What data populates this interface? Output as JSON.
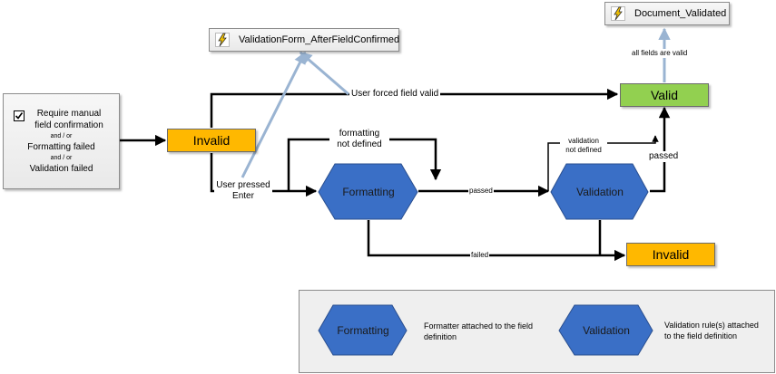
{
  "events": {
    "validation_form": "ValidationForm_AfterFieldConfirmed",
    "document_validated": "Document_Validated"
  },
  "conditions": {
    "checkbox_label": "Require manual field confirmation",
    "and_or_1": "and / or",
    "formatting_failed": "Formatting failed",
    "and_or_2": "and / or",
    "validation_failed": "Validation failed"
  },
  "states": {
    "invalid_left": "Invalid",
    "valid": "Valid",
    "invalid_right": "Invalid"
  },
  "processes": {
    "formatting": "Formatting",
    "validation": "Validation"
  },
  "edge_labels": {
    "user_forced": "User forced field valid",
    "user_pressed_1": "User pressed",
    "user_pressed_2": "Enter",
    "formatting_not_defined_1": "formatting",
    "formatting_not_defined_2": "not defined",
    "validation_not_defined_1": "validation",
    "validation_not_defined_2": "not defined",
    "passed_mid": "passed",
    "passed_right": "passed",
    "failed": "failed",
    "all_fields_valid": "all fields are valid"
  },
  "legend": {
    "formatting_label": "Formatting",
    "formatting_desc_1": "Formatter attached to the field",
    "formatting_desc_2": "definition",
    "validation_label": "Validation",
    "validation_desc_1": "Validation rule(s) attached",
    "validation_desc_2": "to the field definition"
  },
  "colors": {
    "invalid": "#ffb800",
    "valid": "#92d050",
    "process_blue": "#3a6fc6",
    "event_arrow": "#9ab4d2"
  }
}
